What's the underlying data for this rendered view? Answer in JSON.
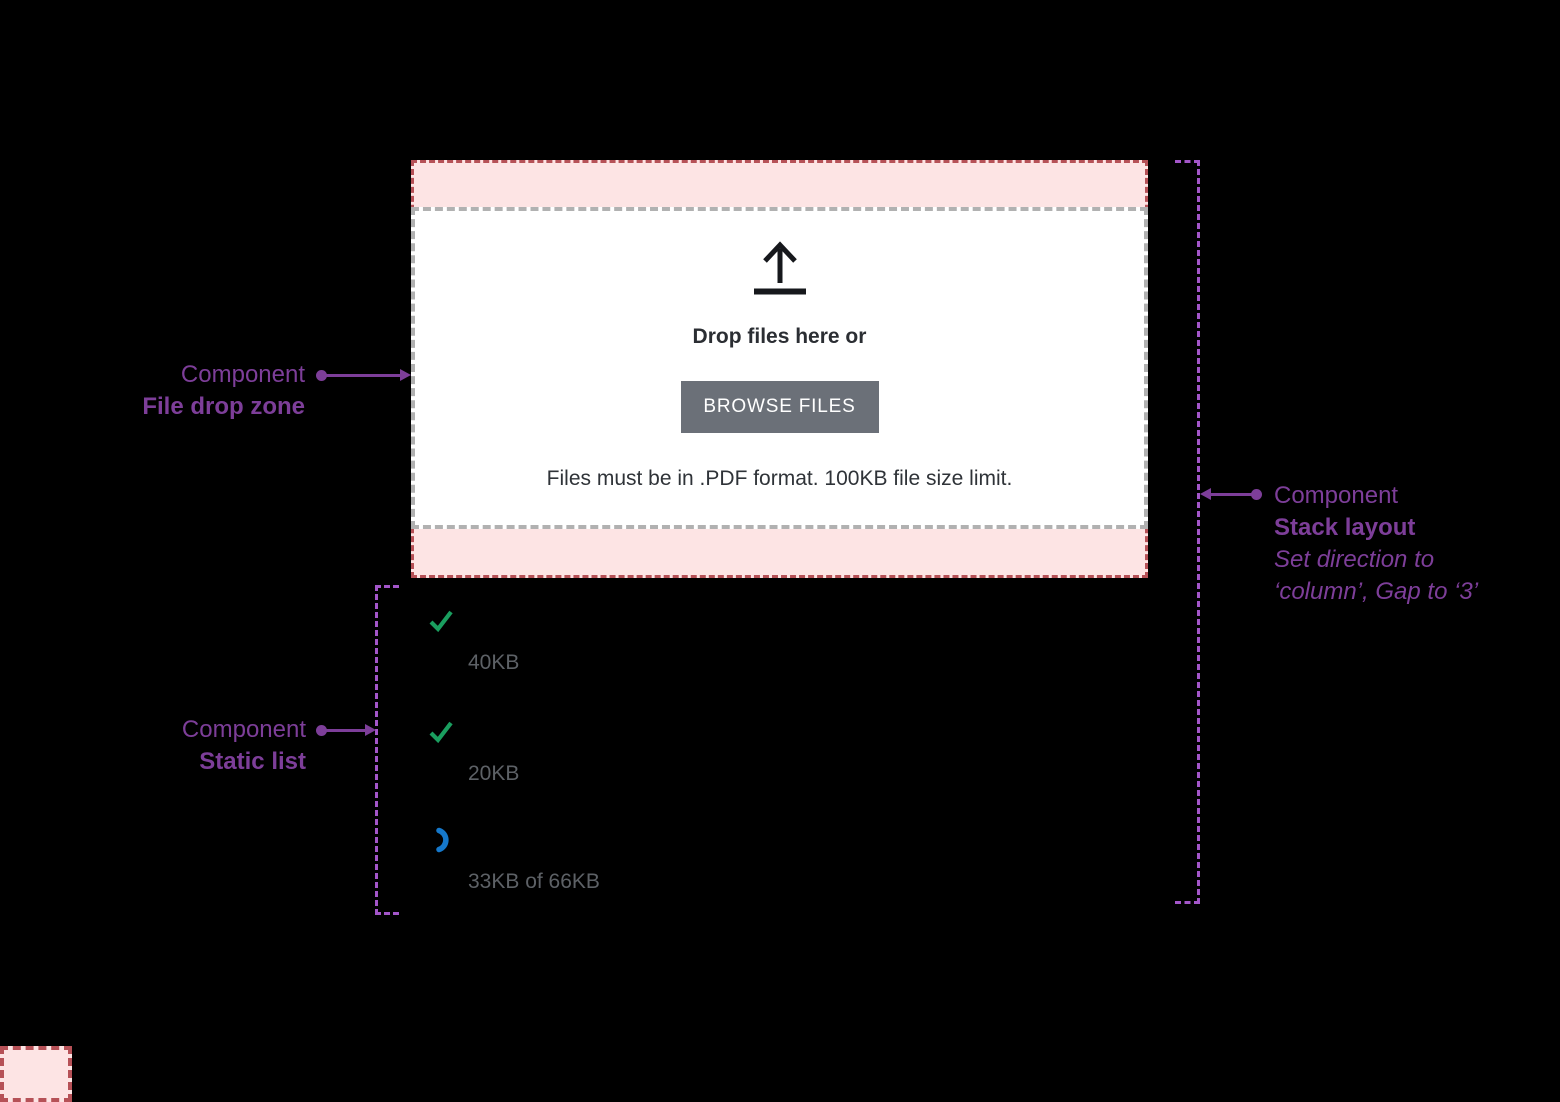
{
  "drop_zone": {
    "icon": "upload-arrow-icon",
    "title": "Drop files here or",
    "button_label": "BROWSE FILES",
    "helper_text": "Files must be in .PDF format. 100KB file size limit."
  },
  "static_list": {
    "items": [
      {
        "icon": "check-icon",
        "label": "40KB"
      },
      {
        "icon": "check-icon",
        "label": "20KB"
      },
      {
        "icon": "spinner-icon",
        "label": "33KB of 66KB"
      }
    ]
  },
  "annotations": {
    "file_drop_zone": {
      "eyebrow": "Component",
      "title": "File drop zone"
    },
    "static_list": {
      "eyebrow": "Component",
      "title": "Static list"
    },
    "stack_layout": {
      "eyebrow": "Component",
      "title": "Stack layout",
      "note_line1": "Set direction to",
      "note_line2": "‘column’, Gap to ‘3’"
    }
  },
  "colors": {
    "background": "#000000",
    "annotation_purple": "#7d3e99",
    "frame_dash_purple": "#a356c9",
    "padding_pink": "#fde4e4",
    "padding_border_red": "#b65157",
    "dropzone_dash_gray": "#b1b1b1",
    "button_gray": "#6b7078",
    "dark_text": "#2f3338",
    "list_text_gray": "#5d6166",
    "success_green": "#1a9e5f",
    "loading_blue": "#1578cb"
  }
}
